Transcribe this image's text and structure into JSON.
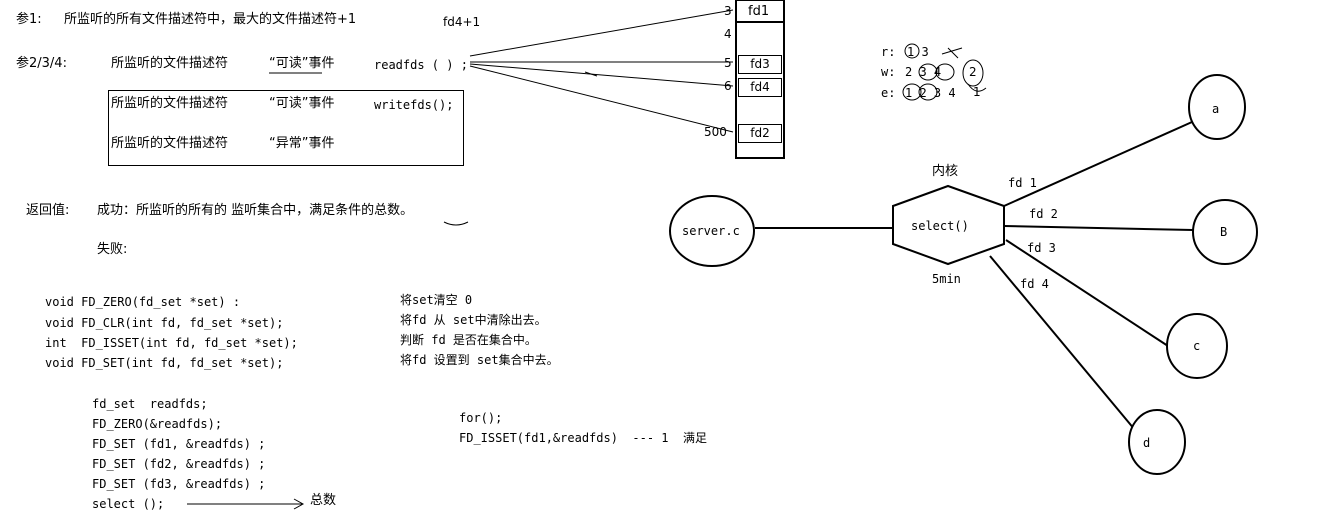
{
  "param1": {
    "label": "参1:",
    "desc": "所监听的所有文件描述符中，最大的文件描述符+1",
    "note": "fd4+1"
  },
  "param234": {
    "label": "参2/3/4:",
    "rows": [
      {
        "desc": "所监听的文件描述符",
        "quote": "“可读”事件",
        "func": "readfds ( ) ;"
      },
      {
        "desc": "所监听的文件描述符",
        "quote": "“可读”事件",
        "func": "writefds();"
      },
      {
        "desc": "所监听的文件描述符",
        "quote": "“异常”事件",
        "func": ""
      }
    ]
  },
  "fd_table": {
    "indices": [
      "3",
      "4",
      "5",
      "6",
      "500"
    ],
    "slots": [
      "fd1",
      "",
      "fd3",
      "fd4",
      "fd2"
    ]
  },
  "return_value": {
    "label": "返回值:",
    "success": "成功：所监听的所有的 监听集合中，满足条件的总数。",
    "fail": "失败:"
  },
  "functions": [
    {
      "sig": "void FD_ZERO(fd_set *set) :",
      "desc": "将set清空 0"
    },
    {
      "sig": "void FD_CLR(int fd, fd_set *set);",
      "desc": "将fd 从 set中清除出去。"
    },
    {
      "sig": "int  FD_ISSET(int fd, fd_set *set);",
      "desc": "判断 fd 是否在集合中。"
    },
    {
      "sig": "void FD_SET(int fd, fd_set *set);",
      "desc": "将fd 设置到 set集合中去。"
    }
  ],
  "code": [
    "fd_set  readfds;",
    "FD_ZERO(&readfds);",
    "FD_SET (fd1, &readfds) ;",
    "FD_SET (fd2, &readfds) ;",
    "FD_SET (fd3, &readfds) ;",
    "select ();"
  ],
  "code_arrow_label": "总数",
  "loop_code": [
    "for();",
    "FD_ISSET(fd1,&readfds)  --- 1  满足"
  ],
  "rwe": [
    {
      "key": "r:",
      "vals": "1 3"
    },
    {
      "key": "w:",
      "vals": "2 3 4"
    },
    {
      "key": "e:",
      "vals": "1 2 3 4"
    }
  ],
  "rwe_side": [
    "2",
    "1"
  ],
  "graph": {
    "kernel_label": "内核",
    "select_label": "select()",
    "server_label": "server.c",
    "timeout_label": "5min",
    "clients": [
      {
        "name": "a",
        "fd": "fd 1"
      },
      {
        "name": "B",
        "fd": "fd 2"
      },
      {
        "name": "c",
        "fd": "fd 3"
      },
      {
        "name": "d",
        "fd": "fd 4"
      }
    ]
  }
}
